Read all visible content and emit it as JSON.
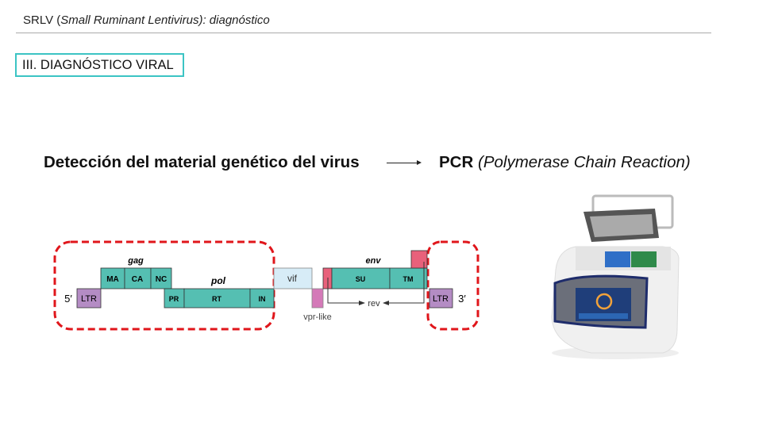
{
  "header": {
    "prefix": "SRLV (",
    "italic": "Small Ruminant Lentivirus): diagnóstico"
  },
  "section_title": "III. DIAGNÓSTICO VIRAL",
  "headline": {
    "left": "Detección del material genético del virus",
    "pcr": "PCR",
    "pcr_full": " (Polymerase Chain Reaction)"
  },
  "genome": {
    "five_prime": "5′",
    "three_prime": "3′",
    "ltr": "LTR",
    "gag": "gag",
    "pol": "pol",
    "env": "env",
    "ma": "MA",
    "ca": "CA",
    "nc": "NC",
    "pr": "PR",
    "rt": "RT",
    "in": "IN",
    "vif": "vif",
    "vpr_like": "vpr-like",
    "su": "SU",
    "tm": "TM",
    "rev": "rev",
    "colors": {
      "teal": "#55bfb2",
      "ltr": "#b48cc4",
      "vif": "#d7ecf7",
      "vpr": "#d479b8",
      "rev": "#e8617b",
      "dashed": "#e0161b"
    }
  }
}
